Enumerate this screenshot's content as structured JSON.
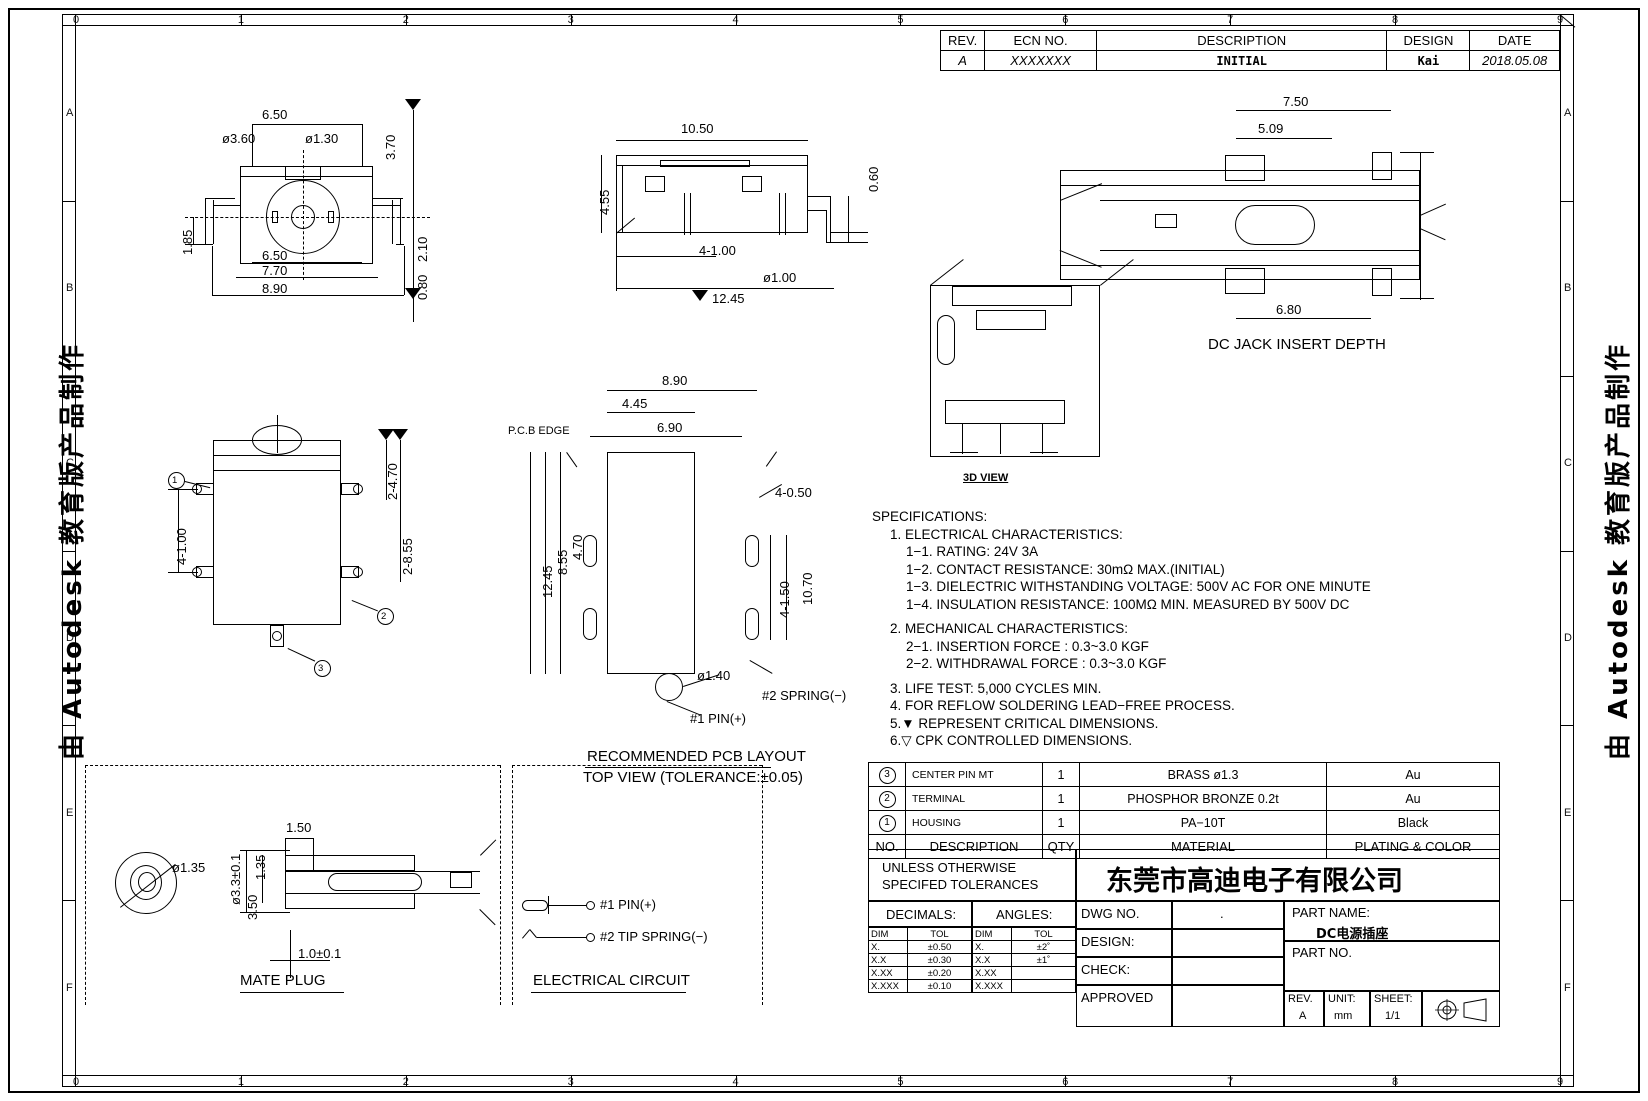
{
  "sheet": {
    "zone_numbers": [
      "0",
      "1",
      "2",
      "3",
      "4",
      "5",
      "6",
      "7",
      "8",
      "9"
    ],
    "zone_letters": [
      "A",
      "B",
      "C",
      "D",
      "E",
      "F"
    ],
    "watermark": "由 Autodesk 教育版产品制作"
  },
  "revision_table": {
    "headers": [
      "REV.",
      "ECN NO.",
      "DESCRIPTION",
      "DESIGN",
      "DATE"
    ],
    "rows": [
      {
        "rev": "A",
        "ecn": "XXXXXXX",
        "description": "INITIAL",
        "design": "Kai",
        "date": "2018.05.08"
      }
    ]
  },
  "views": {
    "front": {
      "dims": [
        "6.50",
        "ø3.60",
        "ø1.30",
        "3.70",
        "1.85",
        "2.10",
        "6.50",
        "0.80",
        "7.70",
        "8.90"
      ]
    },
    "side": {
      "dims": [
        "10.50",
        "4.55",
        "0.60",
        "4-1.00",
        "ø1.00",
        "12.45"
      ]
    },
    "bottom": {
      "dims": [
        "4-1.00",
        "2-4.70",
        "2-8.55"
      ],
      "balloons": [
        "1",
        "2",
        "3"
      ]
    },
    "pcb": {
      "title_line1": "RECOMMENDED PCB LAYOUT",
      "title_line2": "TOP VIEW (TOLERANCE:±0.05)",
      "edge_label": "P.C.B EDGE",
      "dims": [
        "8.90",
        "4.45",
        "6.90",
        "4.70",
        "8.55",
        "12.45",
        "4-0.50",
        "10.70",
        "4-1.50",
        "ø1.40"
      ],
      "callouts": [
        "#1  PIN(+)",
        "#2  SPRING(−)"
      ]
    },
    "section": {
      "title": "DC JACK INSERT DEPTH",
      "dims": [
        "7.50",
        "5.09",
        "6.80"
      ]
    },
    "iso": {
      "title": "3D VIEW"
    },
    "mate_plug": {
      "title": "MATE PLUG",
      "dims": [
        "ø1.35",
        "ø3.3±0.1",
        "1.35",
        "1.50",
        "3.50",
        "1.0±0.1"
      ]
    },
    "circuit": {
      "title": "ELECTRICAL CIRCUIT",
      "items": [
        "#1  PIN(+)",
        "#2  TIP SPRING(−)"
      ]
    }
  },
  "specifications": {
    "heading": "SPECIFICATIONS:",
    "lines": [
      {
        "indent": 1,
        "text": "1. ELECTRICAL CHARACTERISTICS:"
      },
      {
        "indent": 2,
        "text": "1−1. RATING: 24V 3A"
      },
      {
        "indent": 2,
        "text": "1−2. CONTACT RESISTANCE: 30mΩ MAX.(INITIAL)"
      },
      {
        "indent": 2,
        "text": "1−3. DIELECTRIC WITHSTANDING VOLTAGE: 500V AC FOR ONE MINUTE"
      },
      {
        "indent": 2,
        "text": "1−4. INSULATION RESISTANCE: 100MΩ MIN. MEASURED BY 500V DC"
      },
      {
        "indent": 0,
        "text": "GAP"
      },
      {
        "indent": 1,
        "text": "2. MECHANICAL CHARACTERISTICS:"
      },
      {
        "indent": 2,
        "text": "2−1. INSERTION FORCE : 0.3~3.0 KGF"
      },
      {
        "indent": 2,
        "text": "2−2. WITHDRAWAL FORCE : 0.3~3.0 KGF"
      },
      {
        "indent": 0,
        "text": "GAP"
      },
      {
        "indent": 1,
        "text": "3. LIFE TEST: 5,000 CYCLES MIN."
      },
      {
        "indent": 1,
        "text": "4. FOR REFLOW SOLDERING LEAD−FREE PROCESS."
      },
      {
        "indent": 1,
        "text": "5.▼ REPRESENT CRITICAL DIMENSIONS."
      },
      {
        "indent": 1,
        "text": "6.▽ CPK CONTROLLED DIMENSIONS."
      }
    ]
  },
  "bom": {
    "headers": {
      "no": "NO.",
      "description": "DESCRIPTION",
      "qty": "QTY",
      "material": "MATERIAL",
      "plating": "PLATING & COLOR"
    },
    "rows": [
      {
        "no": "3",
        "description": "CENTER PIN MT",
        "qty": "1",
        "material": "BRASS ø1.3",
        "plating": "Au"
      },
      {
        "no": "2",
        "description": "TERMINAL",
        "qty": "1",
        "material": "PHOSPHOR BRONZE 0.2t",
        "plating": "Au"
      },
      {
        "no": "1",
        "description": "HOUSING",
        "qty": "1",
        "material": "PA−10T",
        "plating": "Black"
      }
    ]
  },
  "title_block": {
    "tolerance_note_line1": "UNLESS OTHERWISE",
    "tolerance_note_line2": "SPECIFED TOLERANCES",
    "company": "东莞市高迪电子有限公司",
    "decimals_label": "DECIMALS:",
    "angles_label": "ANGLES:",
    "dim_header": "DIM",
    "tol_header": "TOL",
    "decimals_rows": [
      {
        "dim": "X.",
        "tol": "±0.50"
      },
      {
        "dim": "X.X",
        "tol": "±0.30"
      },
      {
        "dim": "X.XX",
        "tol": "±0.20"
      },
      {
        "dim": "X.XXX",
        "tol": "±0.10"
      }
    ],
    "angles_rows": [
      {
        "dim": "X.",
        "tol": "±2˚"
      },
      {
        "dim": "X.X",
        "tol": "±1˚"
      },
      {
        "dim": "X.XX",
        "tol": ""
      },
      {
        "dim": "X.XXX",
        "tol": ""
      }
    ],
    "fields": [
      {
        "label": "DWG NO.",
        "value": "."
      },
      {
        "label": "DESIGN:",
        "value": ""
      },
      {
        "label": "CHECK:",
        "value": ""
      },
      {
        "label": "APPROVED",
        "value": ""
      }
    ],
    "part_name_label": "PART NAME:",
    "part_name_value": "DC电源插座",
    "part_no_label": "PART NO.",
    "part_no_value": "",
    "rev_label": "REV.",
    "rev_value": "A",
    "unit_label": "UNIT:",
    "unit_value": "mm",
    "sheet_label": "SHEET:",
    "sheet_value": "1/1"
  }
}
